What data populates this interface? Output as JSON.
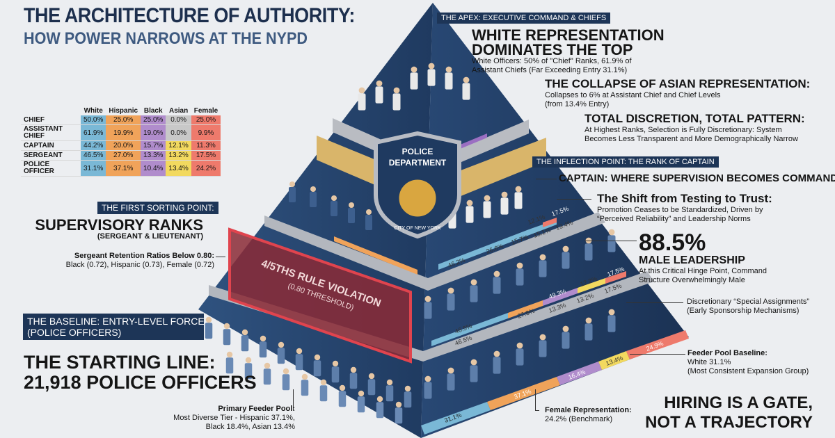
{
  "title": {
    "line1": "THE ARCHITECTURE OF AUTHORITY:",
    "line2": "HOW POWER NARROWS AT THE NYPD"
  },
  "table": {
    "headers": [
      "White",
      "Hispanic",
      "Black",
      "Asian",
      "Female"
    ],
    "rows": [
      {
        "rank": "CHIEF",
        "values": [
          "50.0%",
          "25.0%",
          "25.0%",
          "0.0%",
          "25.0%"
        ]
      },
      {
        "rank": "ASSISTANT CHIEF",
        "values": [
          "61.9%",
          "19.9%",
          "19.0%",
          "0.0%",
          "9.9%"
        ]
      },
      {
        "rank": "CAPTAIN",
        "values": [
          "44.2%",
          "20.0%",
          "15.7%",
          "12.1%",
          "11.3%"
        ]
      },
      {
        "rank": "SERGEANT",
        "values": [
          "46.5%",
          "27.0%",
          "13.3%",
          "13.2%",
          "17.5%"
        ]
      },
      {
        "rank": "POLICE OFFICER",
        "values": [
          "31.1%",
          "37.1%",
          "10.4%",
          "13.4%",
          "24.2%"
        ]
      }
    ]
  },
  "colors": {
    "white": "#7ab8d6",
    "hispanic": "#f0a35a",
    "black": "#b08ccc",
    "asian": "#c8c8c8",
    "asian_alt": "#f2d95f",
    "female": "#ee7a6c",
    "navy": "#1d3557",
    "pyramid": "#2b4a75"
  },
  "apex": {
    "tag": "THE APEX: EXECUTIVE COMMAND & CHIEFS",
    "heading1": "WHITE REPRESENTATION",
    "heading2": "DOMINATES THE TOP",
    "text": "White Officers: 50% of \"Chief\" Ranks, 61.9% of Assistant Chiefs (Far Exceeding Entry 31.1%)",
    "asian_heading": "THE COLLAPSE OF ASIAN REPRESENTATION:",
    "asian_text1": "Collapses to 6% at Assistant Chief and Chief Levels",
    "asian_text2": "(from 13.4% Entry)",
    "discretion_heading": "TOTAL DISCRETION, TOTAL PATTERN:",
    "discretion_text1": "At Highest Ranks, Selection is Fully Discretionary: System",
    "discretion_text2": "Becomes Less Transparent and More Demographically Narrow"
  },
  "captain": {
    "tag": "THE INFLECTION POINT: THE RANK OF CAPTAIN",
    "heading": "CAPTAIN: WHERE SUPERVISION BECOMES COMMAND",
    "shift_heading": "The Shift from Testing to Trust:",
    "shift_text1": "Promotion Ceases to be Standardized, Driven by",
    "shift_text2": "“Perceived Reliability” and Leadership Norms",
    "stat": "88.5%",
    "stat_label": "MALE LEADERSHIP",
    "stat_text1": "At this Critical Hinge Point, Command",
    "stat_text2": "Structure Overwhelmingly Male",
    "special1": "Discretionary “Special Assignments”",
    "special2": "(Early Sponsorship Mechanisms)"
  },
  "supervisory": {
    "tag": "THE FIRST SORTING POINT:",
    "heading": "SUPERVISORY RANKS",
    "sub": "(SERGEANT & LIEUTENANT)",
    "ratio_heading": "Sergeant Retention Ratios Below 0.80:",
    "ratio_text": "Black (0.72), Hispanic (0.73), Female (0.72)"
  },
  "violation": {
    "line1": "4/5THS RULE VIOLATION",
    "line2": "(0.80 THRESHOLD)"
  },
  "badge": {
    "line1": "POLICE",
    "line2": "DEPARTMENT",
    "line3": "CITY OF NEW YORK"
  },
  "baseline": {
    "tag1": "THE BASELINE: ENTRY-LEVEL FORCE",
    "tag2": "(POLICE OFFICERS)",
    "heading1": "THE STARTING LINE:",
    "heading2": "21,918 POLICE OFFICERS",
    "feeder_heading": "Primary Feeder Pool:",
    "feeder_text1": "Most Diverse Tier - Hispanic 37.1%,",
    "feeder_text2": "Black 18.4%, Asian 13.4%",
    "female_heading": "Female Representation:",
    "female_text": "24.2% (Benchmark)",
    "white_heading": "Feeder Pool Baseline:",
    "white_text1": "White 31.1%",
    "white_text2": "(Most Consistent Expansion Group)",
    "closing1": "HIRING IS A GATE,",
    "closing2": "NOT A TRAJECTORY"
  },
  "pyramid_labels": {
    "captain_top": [
      "12.1%",
      "17.5%"
    ],
    "captain": [
      "46.2%",
      "26.6%",
      "15.7%",
      "15.1%",
      "13.4%"
    ],
    "sergeant_top": [
      "49.3%",
      "12.2%",
      "17.5%"
    ],
    "sergeant": [
      "46.5%",
      "27.8%",
      "13.3%",
      "13.2%",
      "17.5%"
    ],
    "sergeant_left": "46.5%",
    "officer": [
      "31.1%",
      "37.1%",
      "16.4%",
      "13.4%",
      "24.9%"
    ]
  }
}
